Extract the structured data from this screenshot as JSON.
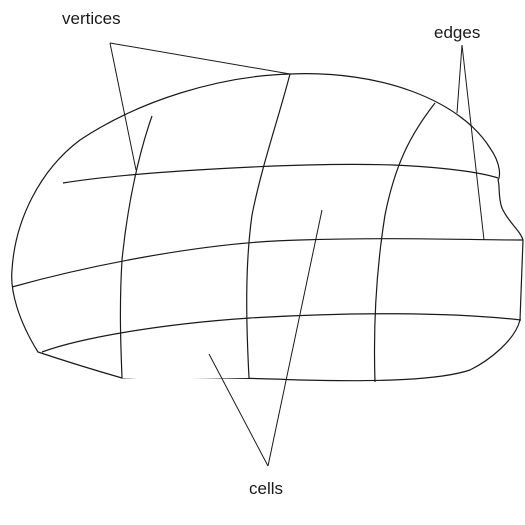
{
  "labels": {
    "vertices": "vertices",
    "edges": "edges",
    "cells": "cells"
  },
  "colors": {
    "surface_fill": "#c6e6f7",
    "outline": "#1a1a1a",
    "empty_cell": "#ffffff"
  }
}
